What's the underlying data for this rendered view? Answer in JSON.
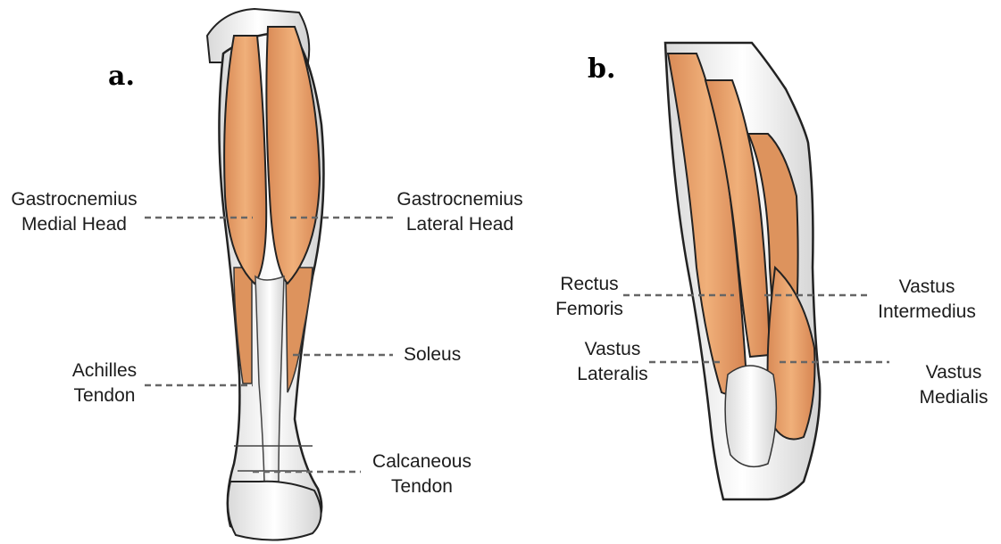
{
  "panels": {
    "a": "a.",
    "b": "b."
  },
  "leg": {
    "gastroc_medial": [
      "Gastrocnemius",
      "Medial Head"
    ],
    "gastroc_lateral": [
      "Gastrocnemius",
      "Lateral Head"
    ],
    "soleus": [
      "Soleus"
    ],
    "achilles": [
      "Achilles",
      "Tendon"
    ],
    "calcaneous": [
      "Calcaneous",
      "Tendon"
    ]
  },
  "thigh": {
    "rectus_femoris": [
      "Rectus",
      "Femoris"
    ],
    "vastus_intermedius": [
      "Vastus",
      "Intermedius"
    ],
    "vastus_lateralis": [
      "Vastus",
      "Lateralis"
    ],
    "vastus_medialis": [
      "Vastus",
      "Medialis"
    ]
  },
  "colors": {
    "muscle": "#e8a068",
    "muscle_dark": "#c9784a",
    "tendon": "#eeeeee",
    "outline": "#222222",
    "leader": "#666666"
  }
}
